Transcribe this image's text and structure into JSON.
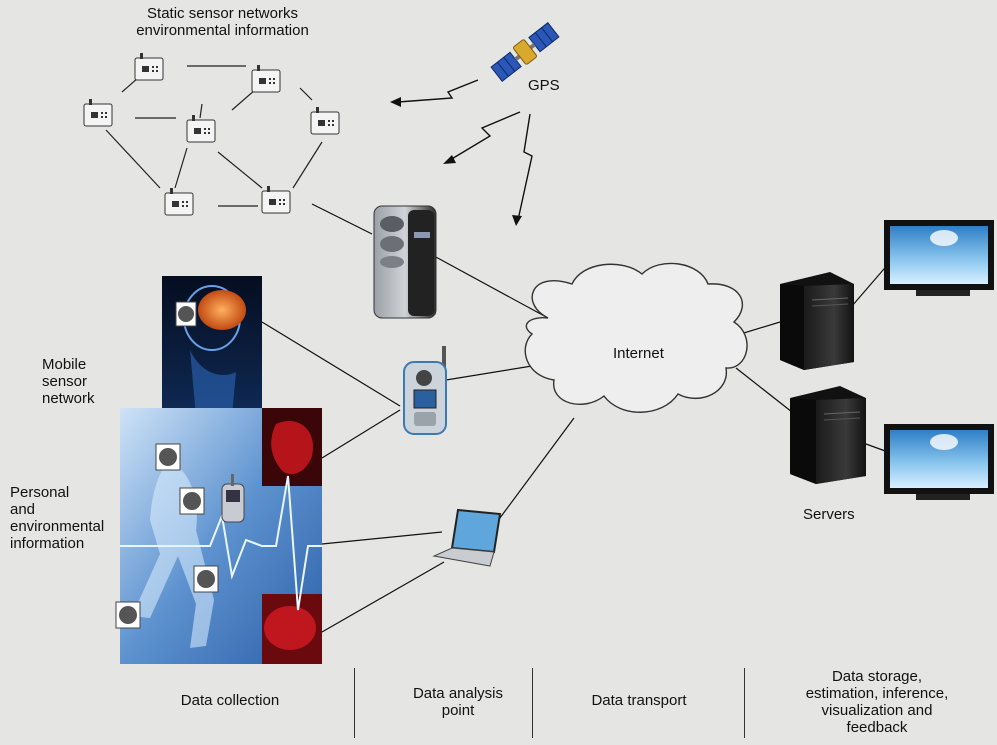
{
  "labels": {
    "static_network": [
      "Static sensor networks",
      "environmental information"
    ],
    "gps": "GPS",
    "internet": "Internet",
    "mobile_network": [
      "Mobile",
      "sensor",
      "network"
    ],
    "personal_info": [
      "Personal",
      "and",
      "environmental",
      "information"
    ],
    "servers": "Servers"
  },
  "stages": [
    {
      "lines": [
        "Data collection"
      ]
    },
    {
      "lines": [
        "Data analysis",
        "point"
      ]
    },
    {
      "lines": [
        "Data transport"
      ]
    },
    {
      "lines": [
        "Data storage,",
        "estimation, inference,",
        "visualization and",
        "feedback"
      ]
    }
  ]
}
